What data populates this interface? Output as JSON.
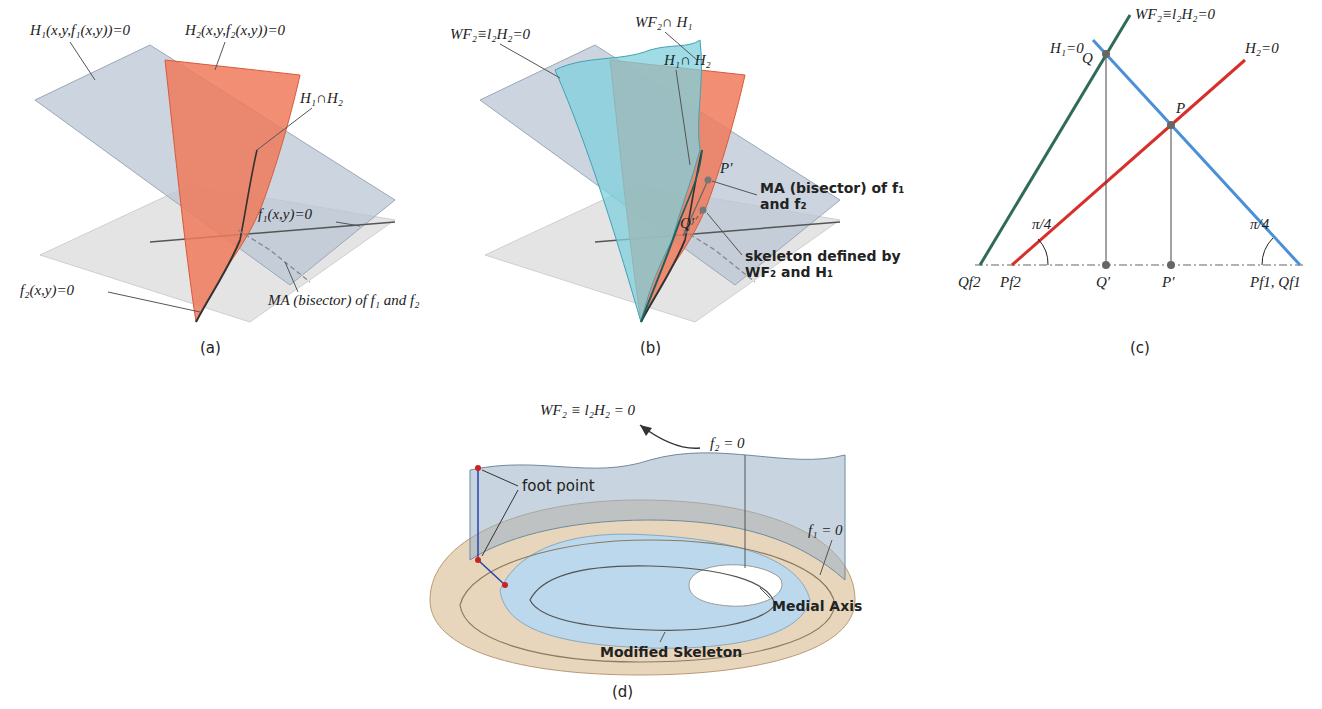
{
  "diagram": {
    "labels": [
      "H₁(x,y,f₁(x,y))=0",
      "H₂(x,y,f₂(x,y))=0",
      "H₁∩H₂",
      "f₁(x,y)=0",
      "f₂(x,y)=0",
      "MA (bisector) of f₁ and f₂",
      "(a)",
      "WF₂≡l₂H₂=0",
      "WF₂∩ H₁",
      "H₁∩ H₂",
      "P′",
      "Q′",
      "MA (bisector) of f₁ and f₂",
      "skeleton defined by WF₂ and H₁",
      "(b)",
      "WF₂≡l₂H₂=0",
      "H₁=0",
      "H₂=0",
      "Q",
      "P",
      "π/4",
      "π/4",
      "Qf2",
      "Pf2",
      "Q′",
      "P′",
      "Pf1, Qf1",
      "(c)",
      "WF₂ ≡ l₂H₂ = 0",
      "f₂ = 0",
      "f₁ = 0",
      "foot point",
      "Medial Axis",
      "Modified Skeleton",
      "(d)"
    ]
  }
}
